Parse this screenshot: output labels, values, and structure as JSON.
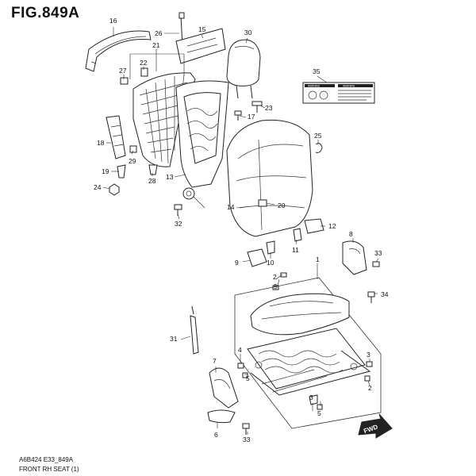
{
  "header": {
    "title": "FIG.849A"
  },
  "footer": {
    "code": "A6B424 E33_849A",
    "name": "FRONT RH SEAT (1)"
  },
  "fwd": {
    "label": "FWD"
  },
  "warning_label": {
    "left_text": "WARNING",
    "right_text": "WARNING"
  },
  "callouts": {
    "c1": "1",
    "c2a": "2",
    "c2b": "2",
    "c3a": "3",
    "c3b": "3",
    "c4": "4",
    "c5a": "5",
    "c5b": "5",
    "c6": "6",
    "c7": "7",
    "c8": "8",
    "c9": "9",
    "c10": "10",
    "c11": "11",
    "c12": "12",
    "c13": "13",
    "c14": "14",
    "c15": "15",
    "c16": "16",
    "c17": "17",
    "c18": "18",
    "c19": "19",
    "c20": "20",
    "c21": "21",
    "c22": "22",
    "c23": "23",
    "c24": "24",
    "c25": "25",
    "c26": "26",
    "c27": "27",
    "c28": "28",
    "c29": "29",
    "c30": "30",
    "c31": "31",
    "c32": "32",
    "c33a": "33",
    "c33b": "33",
    "c34": "34",
    "c35": "35"
  }
}
